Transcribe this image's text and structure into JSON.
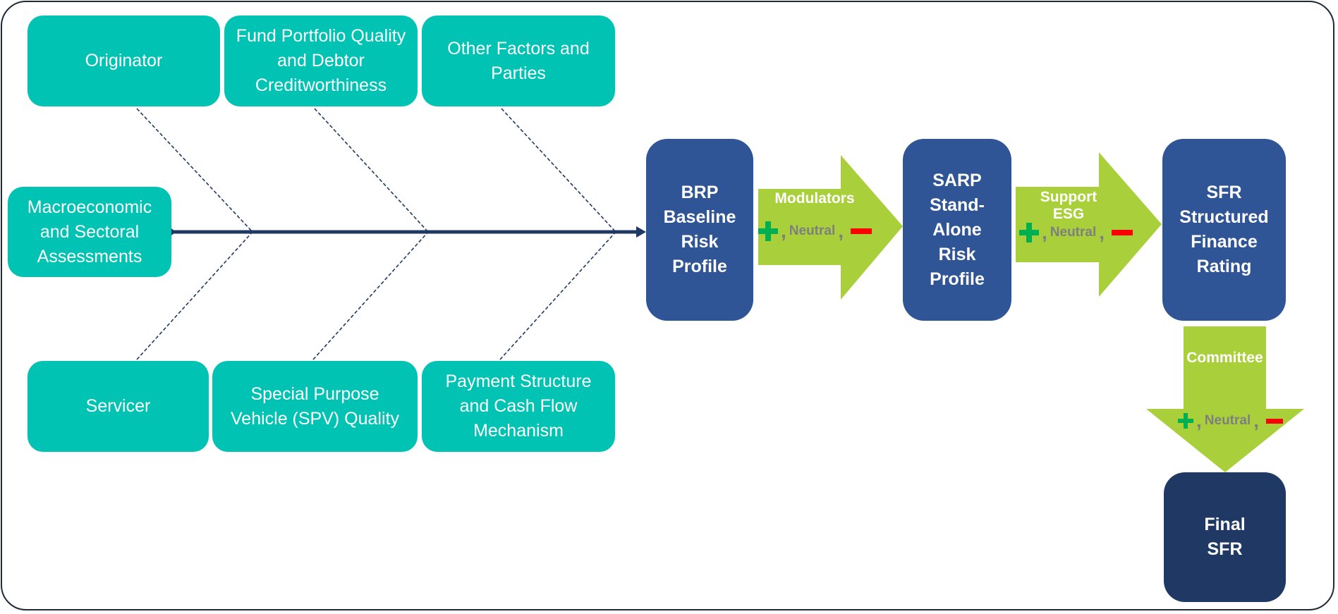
{
  "diagram": {
    "factors_top": [
      "Originator",
      "Fund Portfolio Quality and Debtor Creditworthiness",
      "Other Factors and Parties"
    ],
    "factor_left": "Macroeconomic and Sectoral Assessments",
    "factors_bottom": [
      "Servicer",
      "Special Purpose Vehicle (SPV) Quality",
      "Payment Structure and Cash Flow Mechanism"
    ],
    "stages": {
      "brp": "BRP\nBaseline\nRisk\nProfile",
      "sarp": "SARP\nStand-\nAlone\nRisk\nProfile",
      "sfr": "SFR\nStructured\nFinance\nRating",
      "final": "Final\nSFR"
    },
    "arrows": {
      "modulators": "Modulators",
      "support": "Support\nESG",
      "committee": "Committee"
    },
    "adjustment": {
      "plus_icon": "plus-icon",
      "neutral": "Neutral",
      "minus_icon": "minus-icon",
      "comma": ","
    },
    "colors": {
      "factor_box": "#00c3b3",
      "stage_box": "#2f5597",
      "final_box": "#203864",
      "arrow_fill": "#a9d03a",
      "spine": "#1f3864",
      "plus": "#00b050",
      "minus": "#ff0000",
      "neutral_text": "#7f7f7f"
    }
  }
}
